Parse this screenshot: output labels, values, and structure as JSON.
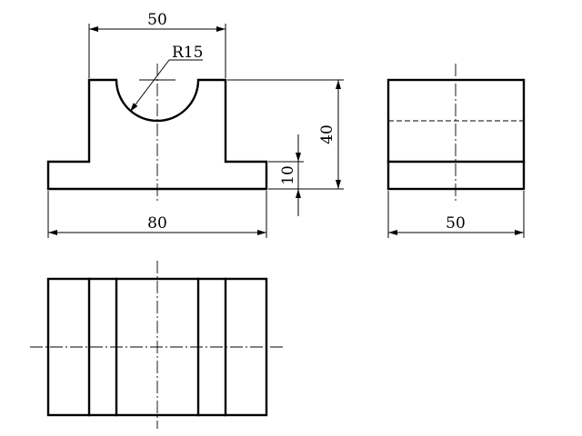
{
  "drawing": {
    "dimensions": {
      "top_width": "50",
      "radius": "R15",
      "total_height": "40",
      "base_height": "10",
      "base_width": "80",
      "side_width": "50"
    },
    "colors": {
      "line": "#000000",
      "background": "#ffffff"
    }
  }
}
